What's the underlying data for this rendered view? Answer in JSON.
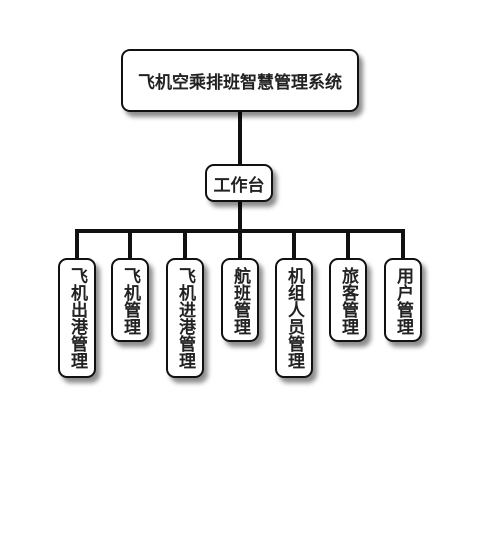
{
  "root": {
    "title": "飞机空乘排班智慧管理系统"
  },
  "hub": {
    "label": "工作台"
  },
  "modules": [
    {
      "label": "飞机出港管理"
    },
    {
      "label": "飞机管理"
    },
    {
      "label": "飞机进港管理"
    },
    {
      "label": "航班管理"
    },
    {
      "label": "机组人员管理"
    },
    {
      "label": "旅客管理"
    },
    {
      "label": "用户管理"
    }
  ]
}
